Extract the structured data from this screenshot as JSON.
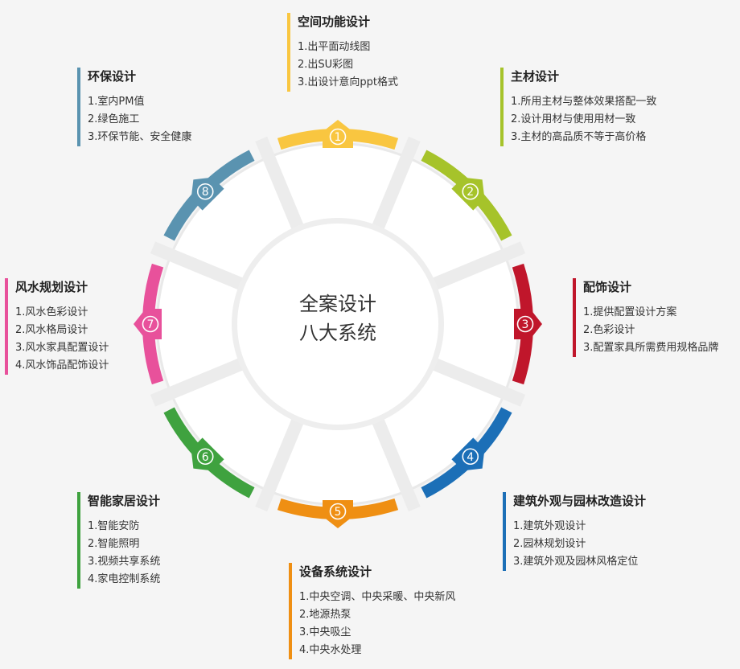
{
  "center": {
    "line1": "全案设计",
    "line2": "八大系统"
  },
  "segments": [
    {
      "number": "1",
      "color": "#f9c640"
    },
    {
      "number": "2",
      "color": "#a6c32a"
    },
    {
      "number": "3",
      "color": "#c0162b"
    },
    {
      "number": "4",
      "color": "#1c6fb7"
    },
    {
      "number": "5",
      "color": "#ef8f13"
    },
    {
      "number": "6",
      "color": "#3fa23f"
    },
    {
      "number": "7",
      "color": "#e8519b"
    },
    {
      "number": "8",
      "color": "#5a93b0"
    }
  ],
  "blocks": [
    {
      "id": "space",
      "title": "空间功能设计",
      "color": "#f9c640",
      "items": [
        "1.出平面动线图",
        "2.出SU彩图",
        "3.出设计意向ppt格式"
      ]
    },
    {
      "id": "material",
      "title": "主材设计",
      "color": "#a6c32a",
      "items": [
        "1.所用主材与整体效果搭配一致",
        "2.设计用材与使用用材一致",
        "3.主材的高品质不等于高价格"
      ]
    },
    {
      "id": "decor",
      "title": "配饰设计",
      "color": "#c0162b",
      "items": [
        "1.提供配置设计方案",
        "2.色彩设计",
        "3.配置家具所需费用规格品牌"
      ]
    },
    {
      "id": "building",
      "title": "建筑外观与园林改造设计",
      "color": "#1c6fb7",
      "items": [
        "1.建筑外观设计",
        "2.园林规划设计",
        "3.建筑外观及园林风格定位"
      ]
    },
    {
      "id": "equipment",
      "title": "设备系统设计",
      "color": "#ef8f13",
      "items": [
        "1.中央空调、中央采暖、中央新风",
        "2.地源热泵",
        "3.中央吸尘",
        "4.中央水处理"
      ]
    },
    {
      "id": "smart",
      "title": "智能家居设计",
      "color": "#3fa23f",
      "items": [
        "1.智能安防",
        "2.智能照明",
        "3.视频共享系统",
        "4.家电控制系统"
      ]
    },
    {
      "id": "fengshui",
      "title": "风水规划设计",
      "color": "#e8519b",
      "items": [
        "1.风水色彩设计",
        "2.风水格局设计",
        "3.风水家具配置设计",
        "4.风水饰品配饰设计"
      ]
    },
    {
      "id": "eco",
      "title": "环保设计",
      "color": "#5a93b0",
      "items": [
        "1.室内PM值",
        "2.绿色施工",
        "3.环保节能、安全健康"
      ]
    }
  ]
}
